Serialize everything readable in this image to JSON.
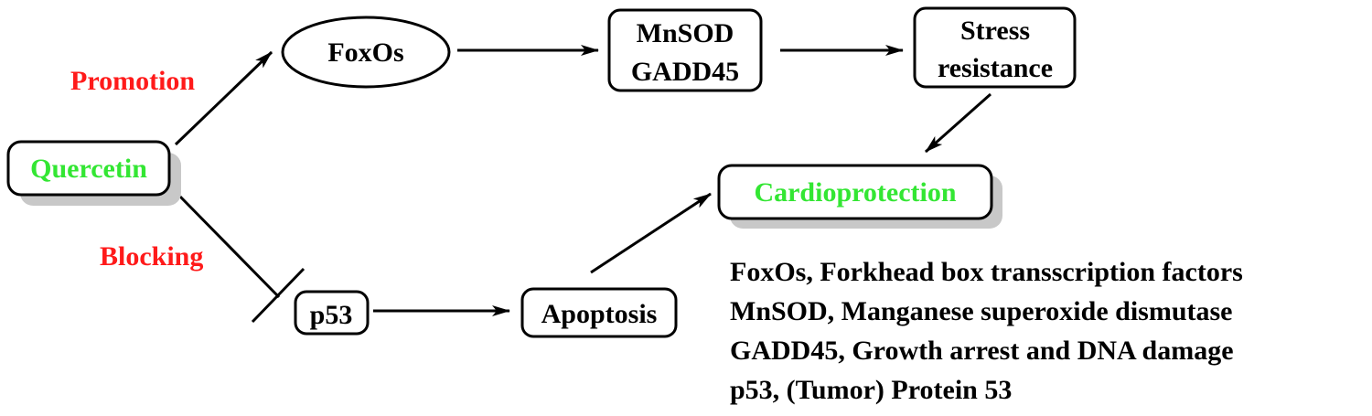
{
  "nodes": {
    "quercetin": "Quercetin",
    "foxos": "FoxOs",
    "mnsod_line1": "MnSOD",
    "mnsod_line2": "GADD45",
    "stress_line1": "Stress",
    "stress_line2": "resistance",
    "cardioprotection": "Cardioprotection",
    "p53": "p53",
    "apoptosis": "Apoptosis"
  },
  "edge_labels": {
    "promotion": "Promotion",
    "blocking": "Blocking"
  },
  "legend": [
    "FoxOs, Forkhead box transscription factors",
    "MnSOD, Manganese superoxide dismutase",
    "GADD45, Growth arrest and DNA damage",
    "p53, (Tumor) Protein 53"
  ],
  "colors": {
    "highlight_node_text": "#33e633",
    "edge_label_text": "#ff1a1a",
    "shadow": "#c8c8c8"
  }
}
